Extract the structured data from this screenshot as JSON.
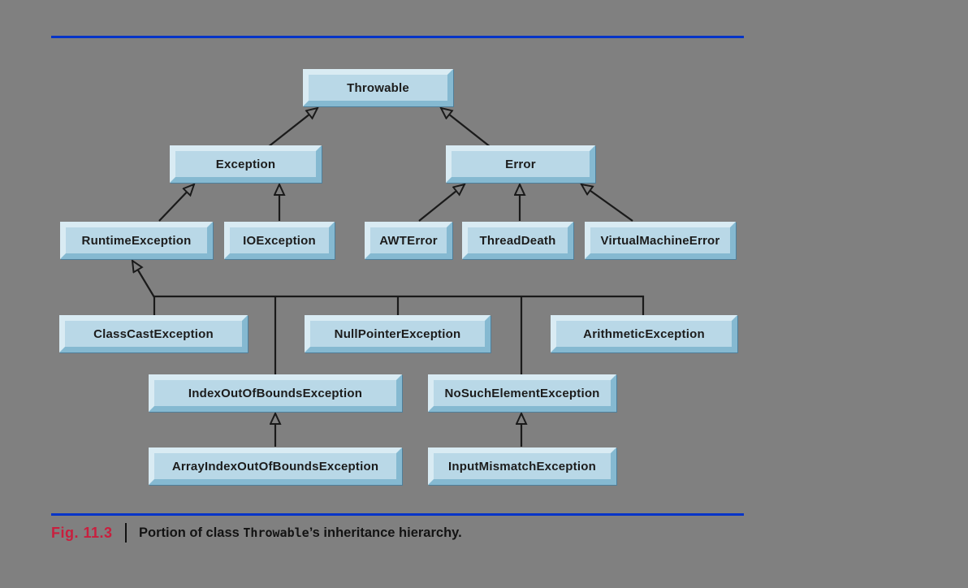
{
  "figure": {
    "fig_label": "Fig. 11.3",
    "caption_prefix": "Portion of class ",
    "caption_code": "Throwable",
    "caption_suffix": "’s inheritance hierarchy."
  },
  "colors": {
    "background_gray": "#808080",
    "rule_blue": "#0534c8",
    "fig_label_red": "#c81f3e",
    "box_face": "#b9d8e7",
    "box_bevel_light": "#d9ebf3",
    "box_bevel_dark": "#85b9d1",
    "line_black": "#1a1a1a"
  },
  "diagram": {
    "nodes": [
      {
        "id": "throwable",
        "label": "Throwable"
      },
      {
        "id": "exception",
        "label": "Exception"
      },
      {
        "id": "error",
        "label": "Error"
      },
      {
        "id": "runtime-exception",
        "label": "RuntimeException"
      },
      {
        "id": "io-exception",
        "label": "IOException"
      },
      {
        "id": "awt-error",
        "label": "AWTError"
      },
      {
        "id": "thread-death",
        "label": "ThreadDeath"
      },
      {
        "id": "virtual-machine-error",
        "label": "VirtualMachineError"
      },
      {
        "id": "class-cast-exception",
        "label": "ClassCastException"
      },
      {
        "id": "null-pointer-exception",
        "label": "NullPointerException"
      },
      {
        "id": "arithmetic-exception",
        "label": "ArithmeticException"
      },
      {
        "id": "index-out-of-bounds-exception",
        "label": "IndexOutOfBoundsException"
      },
      {
        "id": "no-such-element-exception",
        "label": "NoSuchElementException"
      },
      {
        "id": "array-index-out-of-bounds-exception",
        "label": "ArrayIndexOutOfBoundsException"
      },
      {
        "id": "input-mismatch-exception",
        "label": "InputMismatchException"
      }
    ],
    "edges": [
      {
        "child": "Exception",
        "parent": "Throwable"
      },
      {
        "child": "Error",
        "parent": "Throwable"
      },
      {
        "child": "RuntimeException",
        "parent": "Exception"
      },
      {
        "child": "IOException",
        "parent": "Exception"
      },
      {
        "child": "AWTError",
        "parent": "Error"
      },
      {
        "child": "ThreadDeath",
        "parent": "Error"
      },
      {
        "child": "VirtualMachineError",
        "parent": "Error"
      },
      {
        "child": "ClassCastException",
        "parent": "RuntimeException"
      },
      {
        "child": "NullPointerException",
        "parent": "RuntimeException"
      },
      {
        "child": "ArithmeticException",
        "parent": "RuntimeException"
      },
      {
        "child": "IndexOutOfBoundsException",
        "parent": "RuntimeException"
      },
      {
        "child": "NoSuchElementException",
        "parent": "RuntimeException"
      },
      {
        "child": "ArrayIndexOutOfBoundsException",
        "parent": "IndexOutOfBoundsException"
      },
      {
        "child": "InputMismatchException",
        "parent": "NoSuchElementException"
      }
    ]
  }
}
